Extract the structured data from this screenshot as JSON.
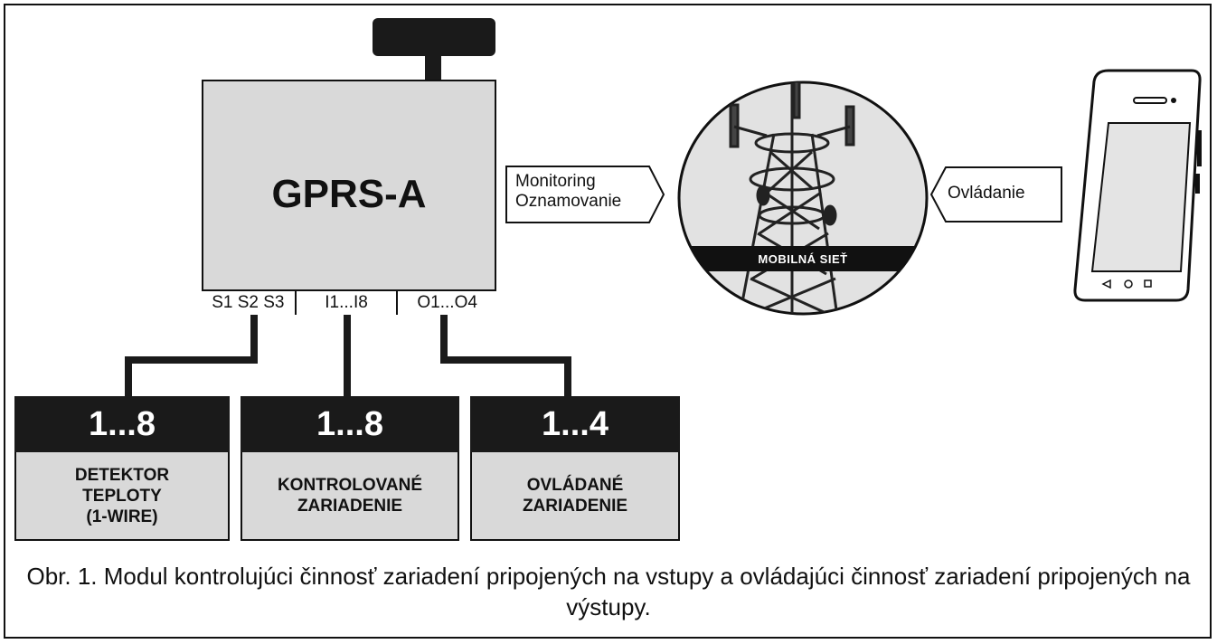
{
  "module": {
    "title": "GPRS-A",
    "ports": [
      "S1 S2 S3",
      "I1...I8",
      "O1...O4"
    ]
  },
  "devices": [
    {
      "count": "1...8",
      "label": "DETEKTOR\nTEPLOTY\n(1-WIRE)"
    },
    {
      "count": "1...8",
      "label": "KONTROLOVANÉ\nZARIADENIE"
    },
    {
      "count": "1...4",
      "label": "OVLÁDANÉ\nZARIADENIE"
    }
  ],
  "links": {
    "monitoring": "Monitoring\nOznamovanie",
    "control": "Ovládanie"
  },
  "network": {
    "label": "MOBILNÁ SIEŤ"
  },
  "caption": "Obr. 1. Modul kontrolujúci činnosť zariadení pripojených na vstupy a ovládajúci činnosť zariadení pripojených na výstupy."
}
